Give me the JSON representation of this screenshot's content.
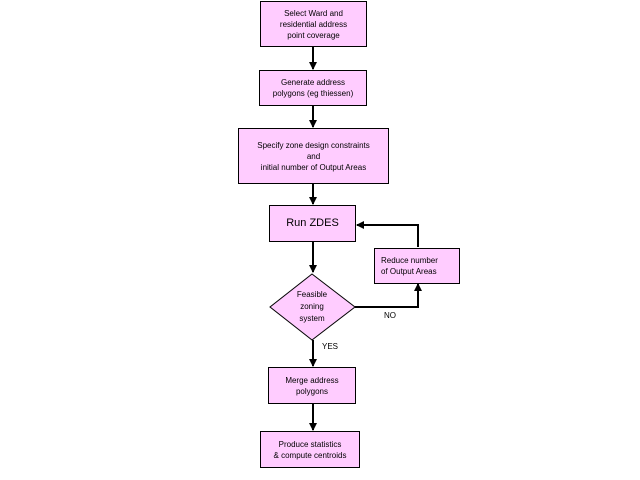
{
  "colors": {
    "box_fill": "#ffccff",
    "stroke": "#000000",
    "background": "#ffffff"
  },
  "nodes": {
    "select_ward": {
      "lines": [
        "Select Ward and",
        "residential address",
        "point coverage"
      ]
    },
    "generate_polygons": {
      "lines": [
        "Generate address",
        "polygons (eg thiessen)"
      ]
    },
    "specify_constraints": {
      "lines": [
        "Specify zone design constraints",
        "and",
        "initial number of Output Areas"
      ]
    },
    "run_zdes": {
      "lines": [
        "Run ZDES"
      ]
    },
    "reduce_number": {
      "lines": [
        "Reduce number",
        "of Output Areas"
      ]
    },
    "feasible": {
      "lines": [
        "Feasible",
        "zoning",
        "system"
      ]
    },
    "merge_polygons": {
      "lines": [
        "Merge address",
        "polygons"
      ]
    },
    "produce_statistics": {
      "lines": [
        "Produce statistics",
        "& compute centroids"
      ]
    }
  },
  "edges": {
    "no_label": "NO",
    "yes_label": "YES"
  }
}
